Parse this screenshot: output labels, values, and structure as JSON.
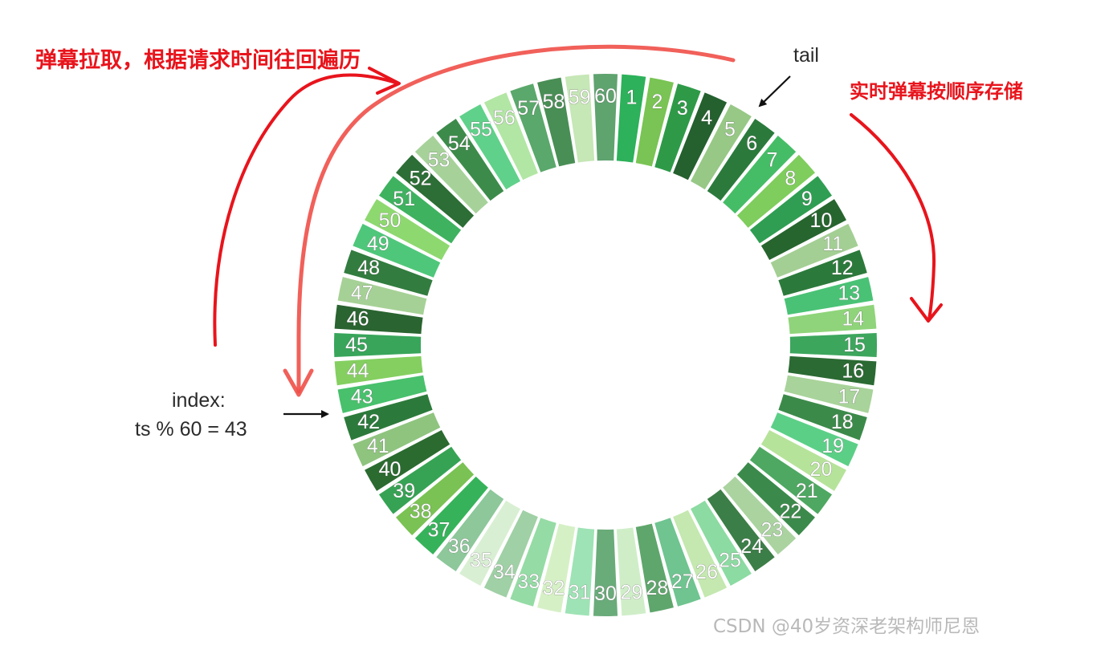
{
  "annotations": {
    "pull_text": "弹幕拉取，根据请求时间往回遍历",
    "store_text": "实时弹幕按顺序存储",
    "tail_label": "tail",
    "index_label_line1": "index:",
    "index_label_line2": "ts % 60 = 43"
  },
  "watermark": "CSDN @40岁资深老架构师尼恩",
  "ring": {
    "slot_labels": [
      "1",
      "2",
      "3",
      "4",
      "5",
      "6",
      "7",
      "8",
      "9",
      "10",
      "11",
      "12",
      "13",
      "14",
      "15",
      "16",
      "17",
      "18",
      "19",
      "20",
      "21",
      "22",
      "23",
      "24",
      "25",
      "26",
      "27",
      "28",
      "29",
      "30",
      "31",
      "32",
      "33",
      "34",
      "35",
      "36",
      "37",
      "38",
      "39",
      "40",
      "41",
      "42",
      "43",
      "44",
      "45",
      "46",
      "47",
      "48",
      "49",
      "50",
      "51",
      "52",
      "53",
      "54",
      "55",
      "56",
      "57",
      "58",
      "59",
      "60"
    ],
    "palette": [
      "#2db15a",
      "#79c454",
      "#2e9a48",
      "#25602f",
      "#97c886",
      "#2b7a3c",
      "#45bd66",
      "#7fcd5d",
      "#2f9e52",
      "#27652f",
      "#a4cf94",
      "#2c7a3b",
      "#49c275",
      "#8fd47a",
      "#3ca65d",
      "#2b6a33",
      "#a8d39a",
      "#3c8a4a",
      "#5ccf87",
      "#b6e39a",
      "#4ea861",
      "#3b8a4b",
      "#aad3a0",
      "#3c7e47",
      "#8cdba2",
      "#c4e8b0",
      "#6fc490",
      "#5fa66c",
      "#cfeec8",
      "#6aab7a",
      "#9ee3b5",
      "#d6f0c6",
      "#95dba5",
      "#a0d0a5",
      "#d9efd3",
      "#8dc79a",
      "#36b35a",
      "#7ac253",
      "#36a354",
      "#2b6b30",
      "#8fc47f",
      "#2c7a3b",
      "#48c06c",
      "#84cf60",
      "#38a55a",
      "#2a6430",
      "#a6d196",
      "#327c3f",
      "#4fc77a",
      "#8ed870",
      "#3fb260",
      "#2c6e35",
      "#a6d29a",
      "#3d8b4b",
      "#60d18a",
      "#b2e6a4",
      "#5aa86b",
      "#498e55",
      "#c6e7b6",
      "#5fa36f"
    ]
  },
  "colors": {
    "red_annotation": "#e8141c",
    "red_arrow": "#ef4f48",
    "dark_text": "#2b2b2b",
    "watermark": "#b9b9b9"
  }
}
